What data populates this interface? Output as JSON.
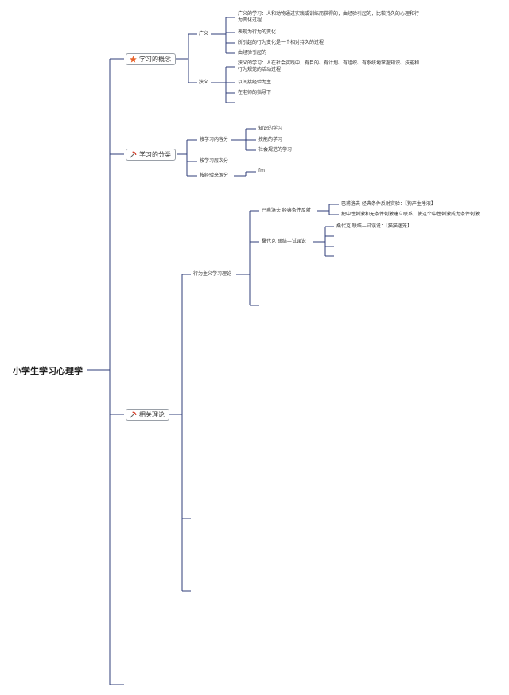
{
  "root": "小学生学习心理学",
  "colors": {
    "line": "#2f3e7a",
    "box_border": "#9aa0a8",
    "star": "#e8632b",
    "pick": "#d9412b"
  },
  "branches": {
    "concept": {
      "label": "学习的概念",
      "icon": "star-icon",
      "broad": {
        "label": "广义",
        "items": [
          "广义的学习：人和动物通过实践或训练而获得的，由经验引起的，比较持久的心理和行为变化过程",
          "表现为行为的变化",
          "所引起的行为变化是一个相对持久的过程",
          "由经验引起的"
        ]
      },
      "narrow": {
        "label": "狭义",
        "items": [
          "狭义的学习：人在社会实践中，有目的、有计划、有组织、有系统地掌握知识、技能和行为规范的活动过程",
          "以间接经验为主",
          "在老师的指导下"
        ]
      }
    },
    "classification": {
      "label": "学习的分类",
      "icon": "pick-icon",
      "by_content": {
        "label": "按学习内容分",
        "items": [
          "知识的学习",
          "技能的学习",
          "社会规范的学习"
        ]
      },
      "by_level": {
        "label": "按学习层次分"
      },
      "by_source": {
        "label": "按经验来源分",
        "items": [
          "fm"
        ]
      }
    },
    "theory": {
      "label": "相关理论",
      "icon": "pick-icon",
      "behaviorism": {
        "label": "行为主义学习理论",
        "pavlov": {
          "label": "巴甫洛夫 经典条件反射",
          "items": [
            "巴甫洛夫 经典条件反射实验：【狗产生唾液】",
            "把中性刺激和无条件刺激建立联系，使这个中性刺激成为条件刺激"
          ]
        },
        "thorndike": {
          "label": "桑代克 联结—试误说",
          "items": [
            "桑代克 联结—试误说：【猫猫迷笼】"
          ]
        }
      }
    }
  }
}
